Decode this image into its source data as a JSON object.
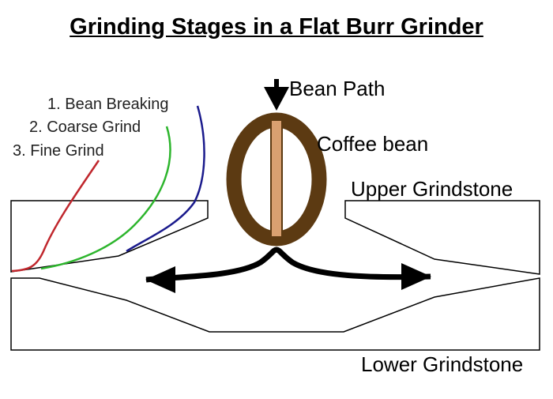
{
  "title": "Grinding Stages in a Flat Burr Grinder",
  "labels": {
    "bean_path": "Bean Path",
    "coffee_bean": "Coffee bean",
    "upper_grindstone": "Upper Grindstone",
    "lower_grindstone": "Lower Grindstone"
  },
  "stages": [
    {
      "label": "1. Bean Breaking",
      "color": "#1a1a8c"
    },
    {
      "label": "2. Coarse Grind",
      "color": "#2db52d"
    },
    {
      "label": "3. Fine Grind",
      "color": "#c0272d"
    }
  ],
  "colors": {
    "bean_outer": "#5c3a12",
    "bean_seam": "#d9a070",
    "outline": "#000000"
  }
}
